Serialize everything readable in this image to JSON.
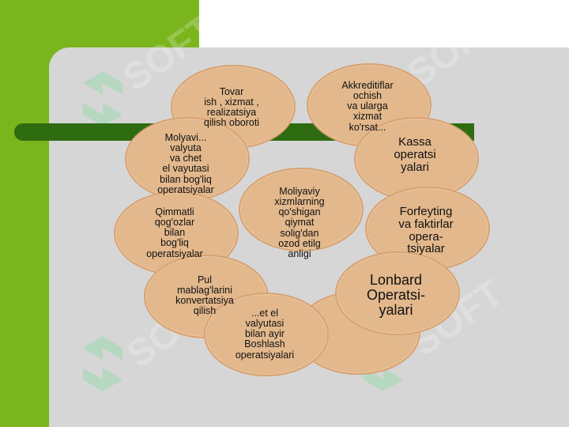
{
  "diagram": {
    "center": "Moliyaviy\nxizmlarning\nqo'shigan\nqiymat\nsolig'dan\nozod etilg\nanligi",
    "items": [
      "Tovar\nish , xizmat ,\nrealizatsiya\nqilish oboroti",
      "Akkreditiflar\nochish\nva ularga\nxizmat\nko'rsat...",
      "Kassa\noperatsi\nyalari",
      "Forfeyting\nva faktirlar\nopera-\ntsiyalar",
      "Lonbard\nOperatsi-\nyalari",
      "...et el\nvalyutasi\nbilan ayir\nBoshlash\noperatsiyalari",
      "Pul\nmablag'larini\nkonvertatsiya\nqilish",
      "Qimmatli\nqog'ozlar\nbilan\nbog'liq\noperatsiyalar",
      "Molyavi...\nvalyuta\nva chet\nel vayutasi\nbilan bog'liq\noperatsiyalar"
    ]
  },
  "watermark": {
    "text": "SOFT"
  },
  "colors": {
    "green": "#7ab51d",
    "dark_green": "#2f6b10",
    "panel": "#d6d6d6",
    "ellipse": "#e2b88c",
    "ellipse_border": "#d9a271"
  }
}
